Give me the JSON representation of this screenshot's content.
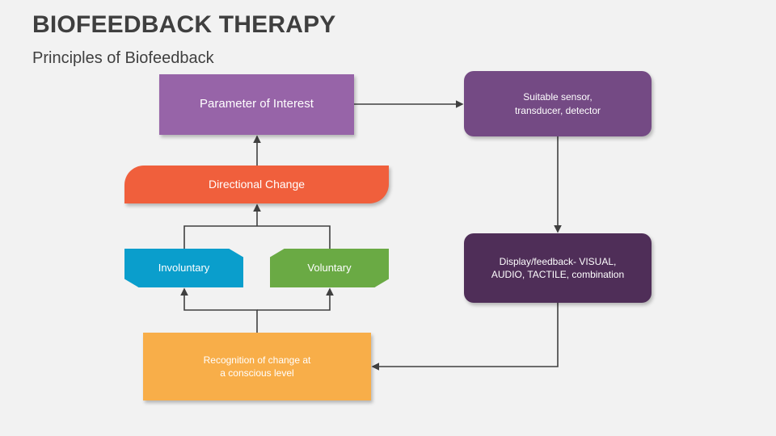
{
  "header": {
    "title": "BIOFEEDBACK THERAPY",
    "subtitle": "Principles of Biofeedback"
  },
  "nodes": {
    "parameter": {
      "label": "Parameter of Interest",
      "color": "#9764a8"
    },
    "sensor": {
      "label": "Suitable sensor,\ntransducer, detector",
      "color": "#744a84"
    },
    "display": {
      "label": "Display/feedback- VISUAL,\nAUDIO, TACTILE, combination",
      "color": "#4f2e58"
    },
    "directional": {
      "label": "Directional Change",
      "color": "#f05f3c"
    },
    "involuntary": {
      "label": "Involuntary",
      "color": "#0a9ecc"
    },
    "voluntary": {
      "label": "Voluntary",
      "color": "#6aaa44"
    },
    "recognition": {
      "label": "Recognition of change at\na conscious level",
      "color": "#f8ae49"
    }
  },
  "edges": [
    {
      "from": "parameter",
      "to": "sensor"
    },
    {
      "from": "sensor",
      "to": "display"
    },
    {
      "from": "display",
      "to": "recognition"
    },
    {
      "from": "recognition",
      "to": "involuntary"
    },
    {
      "from": "recognition",
      "to": "voluntary"
    },
    {
      "from": "involuntary",
      "to": "directional"
    },
    {
      "from": "voluntary",
      "to": "directional"
    },
    {
      "from": "directional",
      "to": "parameter"
    }
  ],
  "connector_color": "#404040"
}
